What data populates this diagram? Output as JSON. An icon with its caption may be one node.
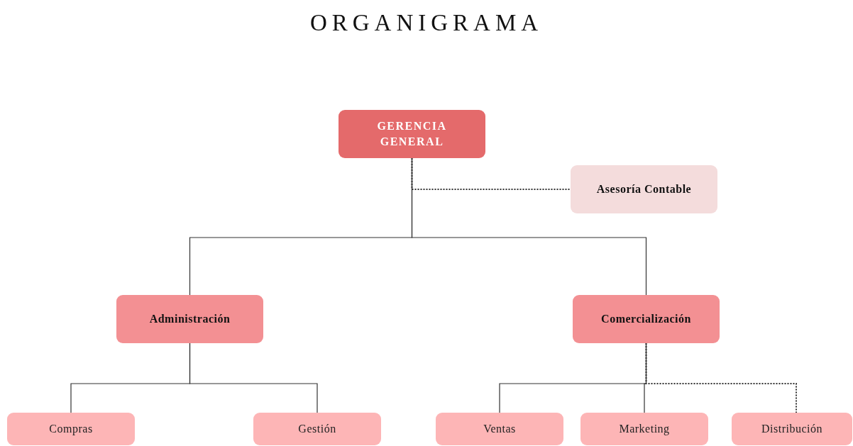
{
  "diagram": {
    "title": "ORGANIGRAMA",
    "nodes": [
      {
        "text": [
          "GERENCIA GENERAL"
        ]
      },
      {
        "text": [
          "Asesoría Contable"
        ]
      },
      {
        "text": [
          "Administración"
        ]
      },
      {
        "text": [
          "Comercialización"
        ]
      },
      {
        "text": [
          "Compras"
        ]
      },
      {
        "text": [
          "Gestión"
        ]
      },
      {
        "text": [
          "Ventas"
        ]
      },
      {
        "text": [
          "Marketing"
        ]
      },
      {
        "text": [
          "Distribución"
        ]
      }
    ],
    "edges": [
      {
        "from": 0,
        "to": 1,
        "arrow": "none",
        "style": "dashed"
      },
      {
        "from": 0,
        "to": 2,
        "arrow": "none"
      },
      {
        "from": 0,
        "to": 3,
        "arrow": "none"
      },
      {
        "from": 2,
        "to": 4,
        "arrow": "none"
      },
      {
        "from": 2,
        "to": 5,
        "arrow": "none"
      },
      {
        "from": 3,
        "to": 6,
        "arrow": "none"
      },
      {
        "from": 3,
        "to": 7,
        "arrow": "none"
      },
      {
        "from": 3,
        "to": 8,
        "arrow": "none",
        "style": "dashed"
      }
    ]
  }
}
